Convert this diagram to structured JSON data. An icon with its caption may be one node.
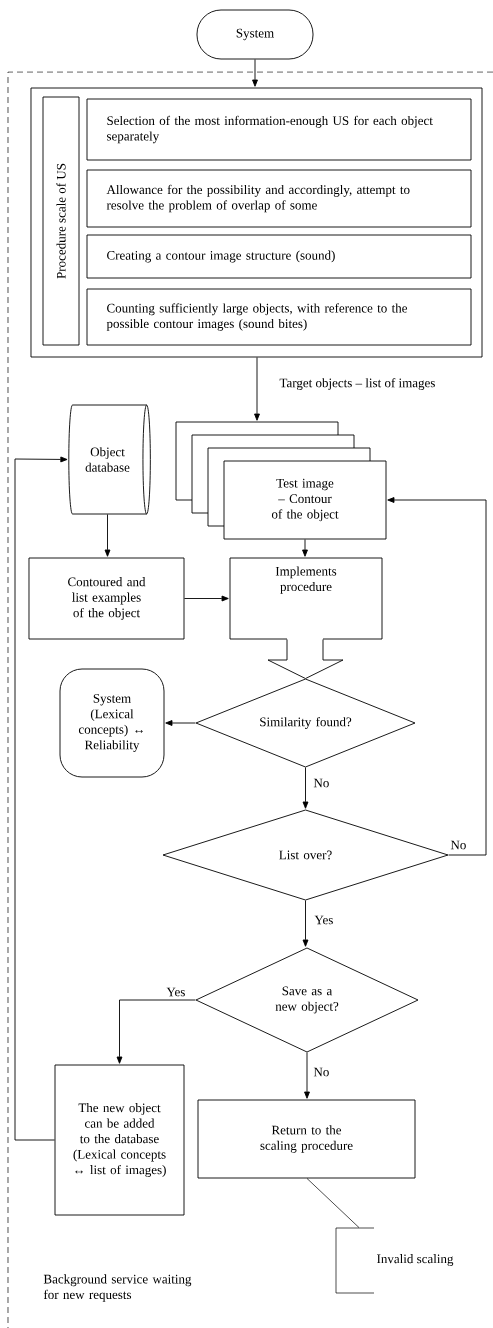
{
  "diagram": {
    "nodes": [
      {
        "text": [
          "System"
        ]
      },
      {
        "text": [
          "Background service waiting for new requests"
        ]
      },
      {
        "text": [],
        "shape": "box",
        "in": 1
      },
      {
        "text": [
          "Procedure scale of US"
        ],
        "in": 2
      },
      {
        "text": [
          "Selection of the most information-enough US for each object separately"
        ],
        "in": 2
      },
      {
        "text": [
          "Allowance for the possibility and accordingly, attempt to resolve the problem of overlap of some"
        ],
        "in": 2
      },
      {
        "text": [
          "Creating a contour image structure (sound)"
        ],
        "in": 2
      },
      {
        "text": [
          "Counting sufficiently large objects, with reference to the possible contour images (sound bites)"
        ],
        "in": 2
      },
      {
        "text": [
          "Test image – Contour of the object"
        ],
        "in": 1
      },
      {
        "text": [
          "Object database"
        ],
        "in": 1
      },
      {
        "text": [
          "Contoured and list examples of the object"
        ],
        "in": 1
      },
      {
        "text": [
          "Implements procedure"
        ],
        "in": 1
      },
      {
        "text": [
          "Similarity found?"
        ],
        "in": 1
      },
      {
        "text": [
          "System (Lexical concepts) ↔ Reliability"
        ],
        "in": 1
      },
      {
        "text": [
          "List over?"
        ],
        "in": 1
      },
      {
        "text": [
          "Save as a new object?"
        ],
        "in": 1
      },
      {
        "text": [
          "The new object can be added to the database (Lexical concepts ↔ list of images)"
        ],
        "in": 1
      },
      {
        "text": [
          "Return to the scaling procedure"
        ],
        "in": 1
      },
      {
        "text": [
          "Invalid scaling"
        ],
        "in": 1
      }
    ],
    "edges": [
      {
        "from": 0,
        "to": 2,
        "arrow": "to"
      },
      {
        "from": 2,
        "to": 8,
        "arrow": "to",
        "label": "Target objects – list of images"
      },
      {
        "from": 9,
        "to": 10,
        "arrow": "to"
      },
      {
        "from": 10,
        "to": 11,
        "arrow": "to"
      },
      {
        "from": 8,
        "to": 11,
        "arrow": "to"
      },
      {
        "from": 11,
        "to": 12,
        "arrow": "to"
      },
      {
        "from": 12,
        "to": 13,
        "arrow": "to"
      },
      {
        "from": 12,
        "to": 14,
        "arrow": "to",
        "label": "No"
      },
      {
        "from": 14,
        "to": 8,
        "arrow": "to",
        "label": "No"
      },
      {
        "from": 14,
        "to": 15,
        "arrow": "to",
        "label": "Yes"
      },
      {
        "from": 15,
        "to": 16,
        "arrow": "to",
        "label": "Yes"
      },
      {
        "from": 15,
        "to": 17,
        "arrow": "to",
        "label": "No"
      },
      {
        "from": 17,
        "to": 18,
        "arrow": "none"
      },
      {
        "from": 16,
        "to": 9,
        "arrow": "to"
      }
    ]
  }
}
